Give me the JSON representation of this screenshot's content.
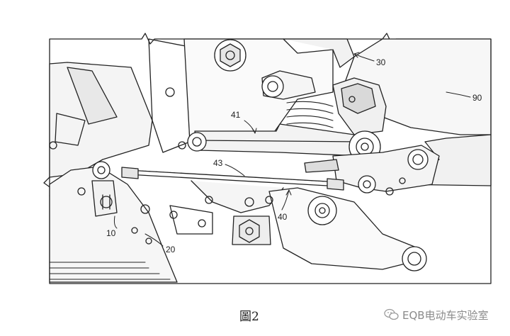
{
  "drawing": {
    "reference_numerals": {
      "r30": "30",
      "r90": "90",
      "r41": "41",
      "r43": "43",
      "r40": "40",
      "r10": "10",
      "r20": "20"
    }
  },
  "caption": "圖2",
  "watermark": {
    "text": "EQB电动车实验室",
    "icon": "wechat-icon"
  }
}
